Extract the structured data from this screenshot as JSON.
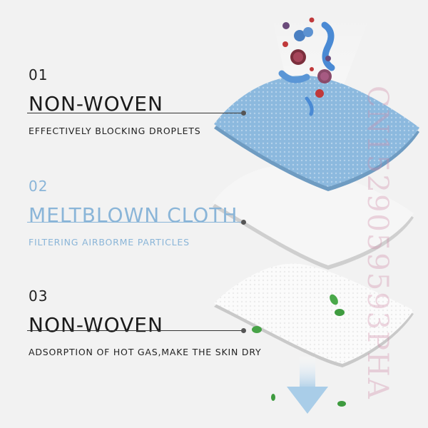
{
  "layers": [
    {
      "number": "01",
      "title": "NON-WOVEN",
      "description": "EFFECTIVELY BLOCKING DROPLETS"
    },
    {
      "number": "02",
      "title": "MELTBLOWN CLOTH",
      "description": "FILTERING AIRBORME PARTICLES"
    },
    {
      "number": "03",
      "title": "NON-WOVEN",
      "description": "ADSORPTION OF HOT GAS,MAKE THE SKIN DRY"
    }
  ],
  "watermark": "CN1529059593PHA",
  "colors": {
    "background": "#f2f2f2",
    "accent_blue": "#8ab5d8",
    "top_layer": "#8cb9de",
    "middle_layer": "#f4f4f4",
    "bottom_layer": "#fafafa",
    "arrow": "#a9cde8",
    "leaf": "#3e9b3f"
  },
  "icons": [
    "virus-particles-icon",
    "down-arrow-icon",
    "leaf-icon"
  ]
}
